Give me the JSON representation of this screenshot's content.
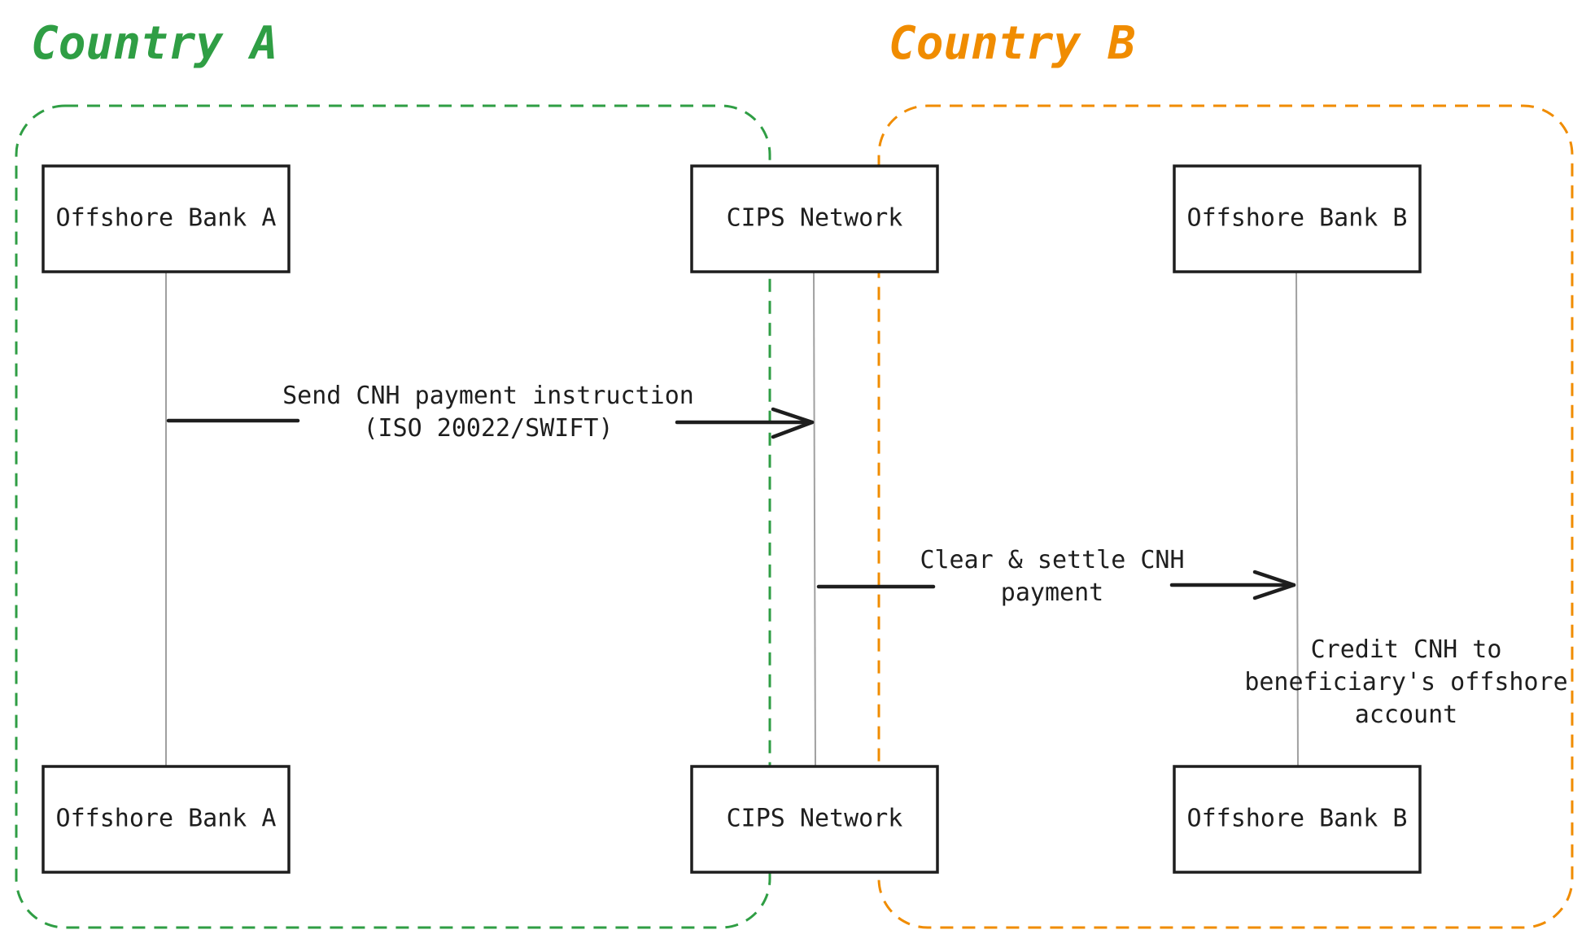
{
  "regions": [
    {
      "title": "Country A",
      "color": "#2f9e44"
    },
    {
      "title": "Country B",
      "color": "#f08c00"
    }
  ],
  "participants": [
    {
      "label": "Offshore Bank A"
    },
    {
      "label": "CIPS Network"
    },
    {
      "label": "Offshore Bank B"
    }
  ],
  "messages": [
    {
      "from": "Offshore Bank A",
      "to": "CIPS Network",
      "line1": "Send CNH payment instruction",
      "line2": "(ISO 20022/SWIFT)"
    },
    {
      "from": "CIPS Network",
      "to": "Offshore Bank B",
      "line1": "Clear & settle CNH",
      "line2": "payment"
    }
  ],
  "note": {
    "participant": "Offshore Bank B",
    "line1": "Credit CNH to",
    "line2": "beneficiary's offshore",
    "line3": "account"
  },
  "colors": {
    "ink": "#1e1e1e",
    "lifeline": "#a0a0a0"
  }
}
